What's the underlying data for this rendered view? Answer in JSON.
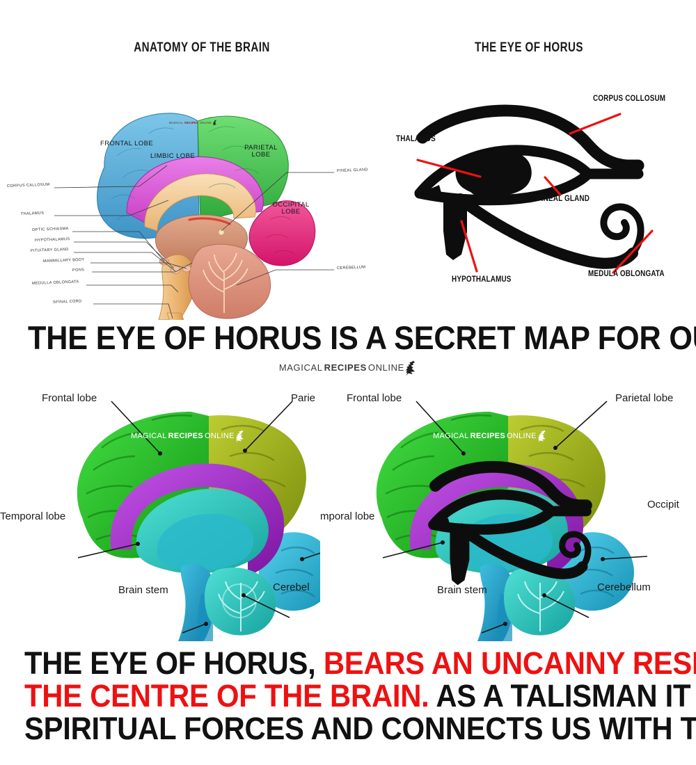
{
  "headers": {
    "anatomy": "ANATOMY OF THE BRAIN",
    "horus": "THE EYE OF HORUS"
  },
  "headline": "THE EYE OF HORUS IS A SECRET MAP FOR OUR BRAIN",
  "watermark": {
    "part1": "MAGICAL",
    "part2": "RECIPES",
    "part3": "ONLINE",
    "icon": "witch-silhouette-icon"
  },
  "anatomy_panel": {
    "lobes": [
      {
        "label": "FRONTAL LOBE",
        "color": "#5BAFDB"
      },
      {
        "label": "LIMBIC LOBE",
        "color": "#D958D4"
      },
      {
        "label": "PARIETAL\nLOBE",
        "line1": "PARIETAL",
        "line2": "LOBE",
        "color": "#4CC85A"
      },
      {
        "label": "OCCIPITAL\nLOBE",
        "line1": "OCCIPITAL",
        "line2": "LOBE",
        "color": "#E8337D"
      }
    ],
    "callouts_left": [
      "CORPUS CALLOSUM",
      "THALAMUS",
      "OPTIC SCHIASMA",
      "HYPOTHALAMUS",
      "PITUITARY GLAND",
      "MAMMILLARY BODY",
      "PONS",
      "MEDULLA OBLONGATA",
      "SPINAL CORD"
    ],
    "callouts_right": [
      "PINEAL GLAND",
      "CEREBELLUM"
    ]
  },
  "horus_panel": {
    "labels": [
      "CORPUS COLLOSUM",
      "THALAMUS",
      "PINEAL GLAND",
      "HYPOTHALAMUS",
      "MEDULA OBLONGATA"
    ],
    "pointer_color": "#ee1111"
  },
  "brain_left": {
    "labels": {
      "frontal": "Frontal lobe",
      "parietal": "Parie",
      "temporal": "Temporal lobe",
      "brainstem": "Brain stem",
      "cerebellum": "Cerebel"
    },
    "colors": {
      "frontal": "#2CB82C",
      "parietal": "#9CAF1E",
      "limbic": "#A32BC7",
      "occipital": "#29B8D6",
      "stem": "#1E9FC4",
      "cerebellum": "#2FC6C0"
    }
  },
  "brain_right": {
    "labels": {
      "frontal": "Frontal lobe",
      "parietal": "Parietal lobe",
      "temporal": "mporal lobe",
      "occipital": "Occipit",
      "brainstem": "Brain stem",
      "cerebellum": "Cerebellum"
    },
    "overlay": "eye-of-horus-overlay"
  },
  "caption": {
    "line1_black": "THE EYE OF HORUS, ",
    "line1_red": "BEARS AN UNCANNY RESEMBLANCE TO",
    "line2_red": "THE CENTRE OF THE BRAIN. ",
    "line2_black": "AS A TALISMAN IT AMPLIFIES OUR",
    "line3_black": "SPIRITUAL FORCES AND CONNECTS US WITH THE DIVINE.",
    "highlight_color": "#ee1111"
  }
}
